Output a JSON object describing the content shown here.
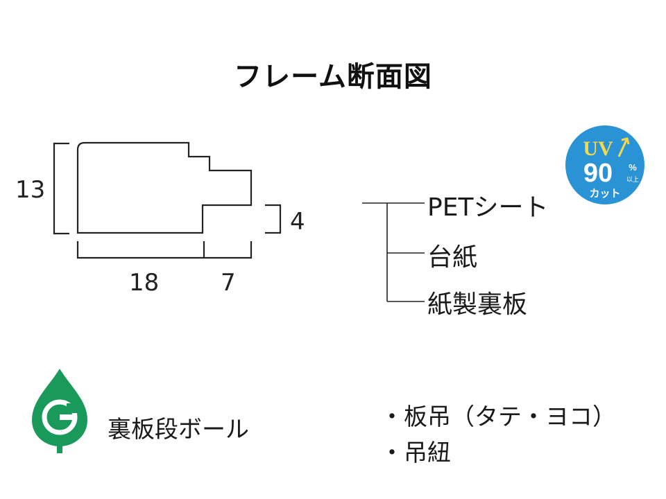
{
  "title": "フレーム断面図",
  "dimensions": {
    "height": "13",
    "width_main": "18",
    "width_step": "7",
    "rebate_depth": "4"
  },
  "layers": [
    {
      "label": "PETシート"
    },
    {
      "label": "台紙"
    },
    {
      "label": "紙製裏板"
    }
  ],
  "uv_badge": {
    "uv": "UV",
    "percent": "90",
    "percent_sign": "%",
    "small": "以上",
    "cut": "カット",
    "color": "#2a93d5"
  },
  "backboard_label": "裏板段ボール",
  "logo": {
    "letter": "G",
    "color": "#1a9a5a"
  },
  "notes": [
    {
      "text": "・板吊（タテ・ヨコ）"
    },
    {
      "text": "・吊紐"
    }
  ]
}
